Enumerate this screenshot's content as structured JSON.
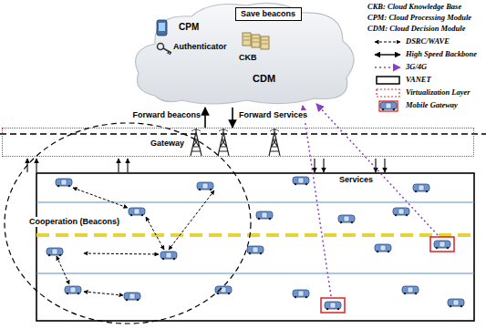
{
  "diagram": {
    "nodes": [
      {
        "text": [
          "CDM"
        ]
      },
      {
        "text": [
          "Save beacons"
        ],
        "in": 0
      },
      {
        "text": [
          "Gateway"
        ]
      },
      {
        "text": [
          "Cooperation (Beacons)"
        ]
      }
    ],
    "edges": [
      {
        "from": 2,
        "to": 0,
        "arrow": "to",
        "label": "Forward beacons"
      },
      {
        "from": 0,
        "to": 2,
        "arrow": "to",
        "label": "Forward Services"
      }
    ],
    "labels": [
      "CKB: Cloud Knowledge Base",
      "CPM: Cloud Processing Module",
      "CDM: Cloud Decision Module",
      "CPM",
      "Authenticator",
      "CKB",
      "Services"
    ],
    "legend": [
      {
        "text": "DSRC/WAVE"
      },
      {
        "text": "High Speed Backbone"
      },
      {
        "text": "3G/4G"
      },
      {
        "text": "VANET"
      },
      {
        "text": "Virtualization Layer"
      },
      {
        "text": "Mobile Gateway"
      }
    ]
  }
}
